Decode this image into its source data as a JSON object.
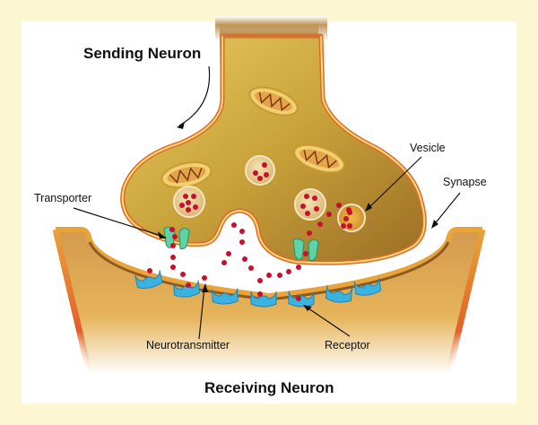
{
  "diagram": {
    "title_top": "Sending Neuron",
    "title_bottom": "Receiving Neuron",
    "labels": {
      "transporter": "Transporter",
      "vesicle": "Vesicle",
      "synapse": "Synapse",
      "neurotransmitter": "Neurotransmitter",
      "receptor": "Receptor"
    },
    "colors": {
      "background": "#fdf6d3",
      "neuron_fill": "#c9a23a",
      "neuron_edge": "#e07a2a",
      "receptor": "#3bb2e0",
      "transporter": "#5fd3a6",
      "neurotransmitter": "#c8102e"
    }
  }
}
